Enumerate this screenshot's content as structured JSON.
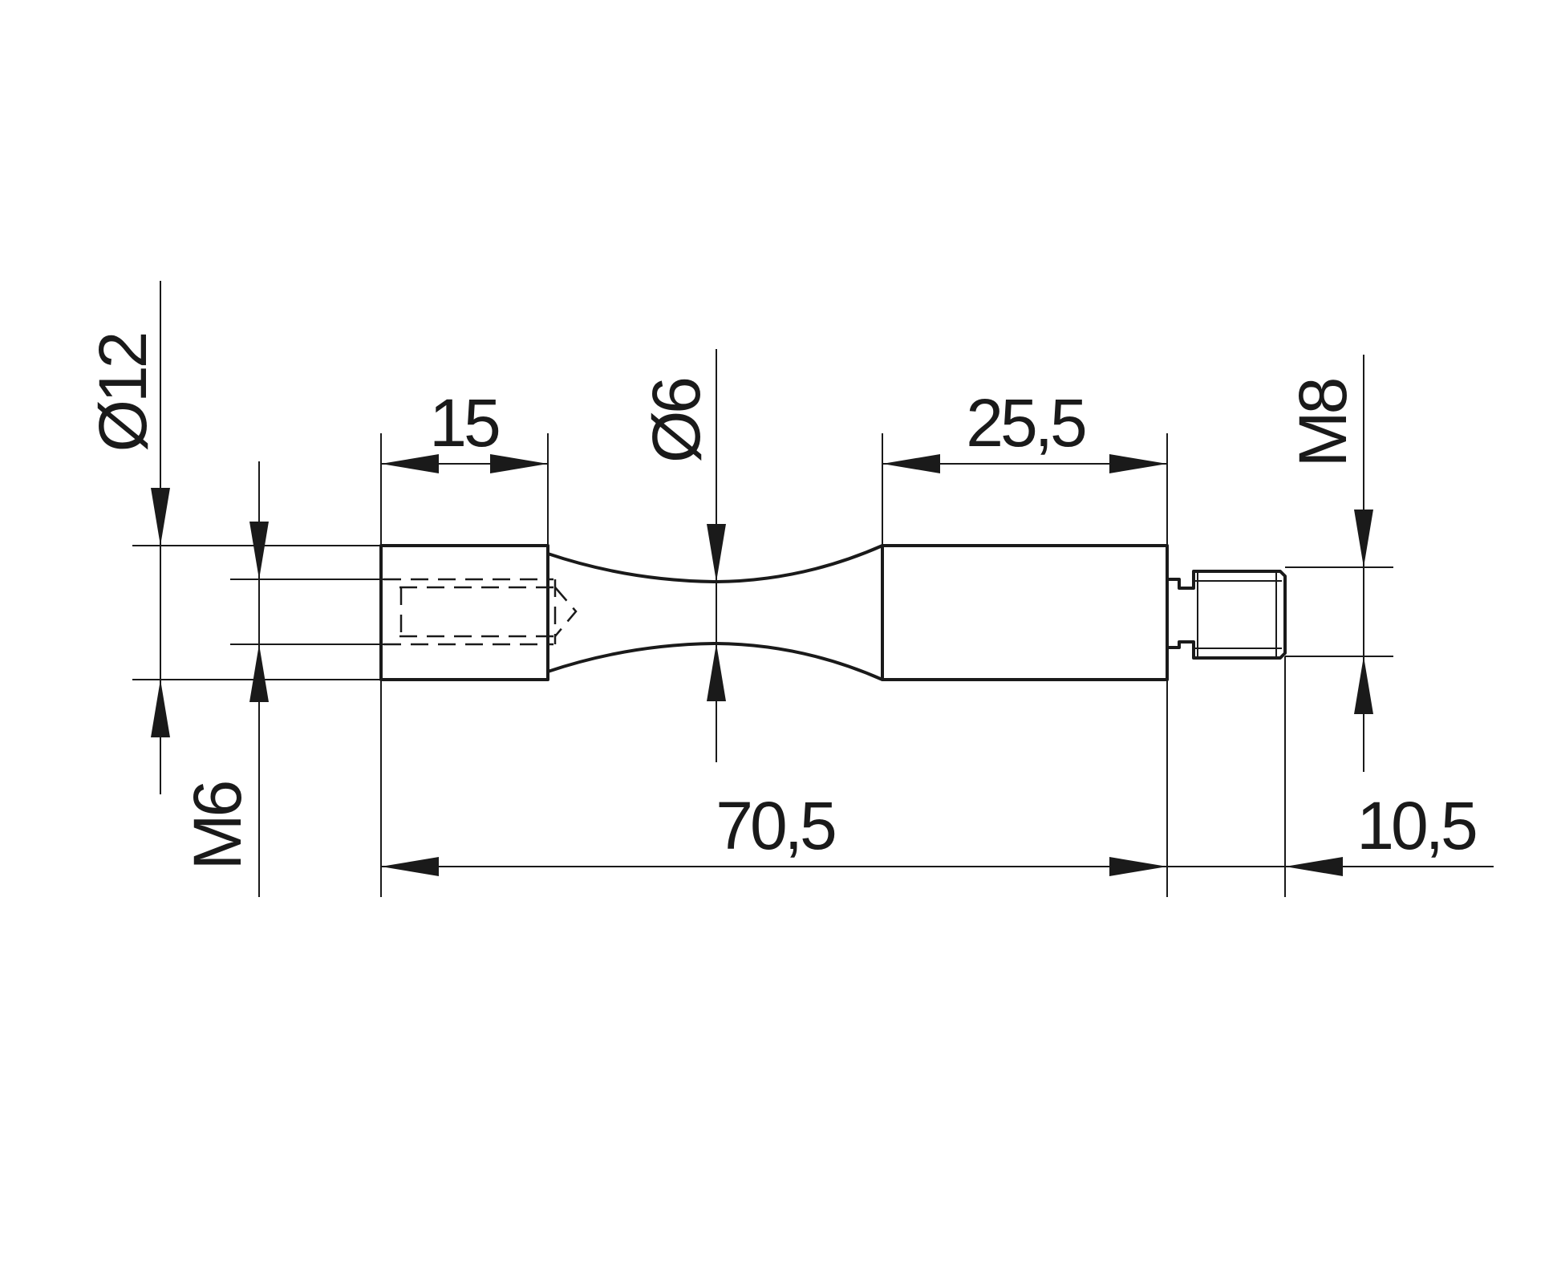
{
  "dimensions": {
    "dia_large": "Ø12",
    "thread_left": "M6",
    "len_first": "15",
    "dia_neck": "Ø6",
    "len_second": "25,5",
    "thread_right": "M8",
    "len_total": "70,5",
    "len_thread": "10,5"
  }
}
